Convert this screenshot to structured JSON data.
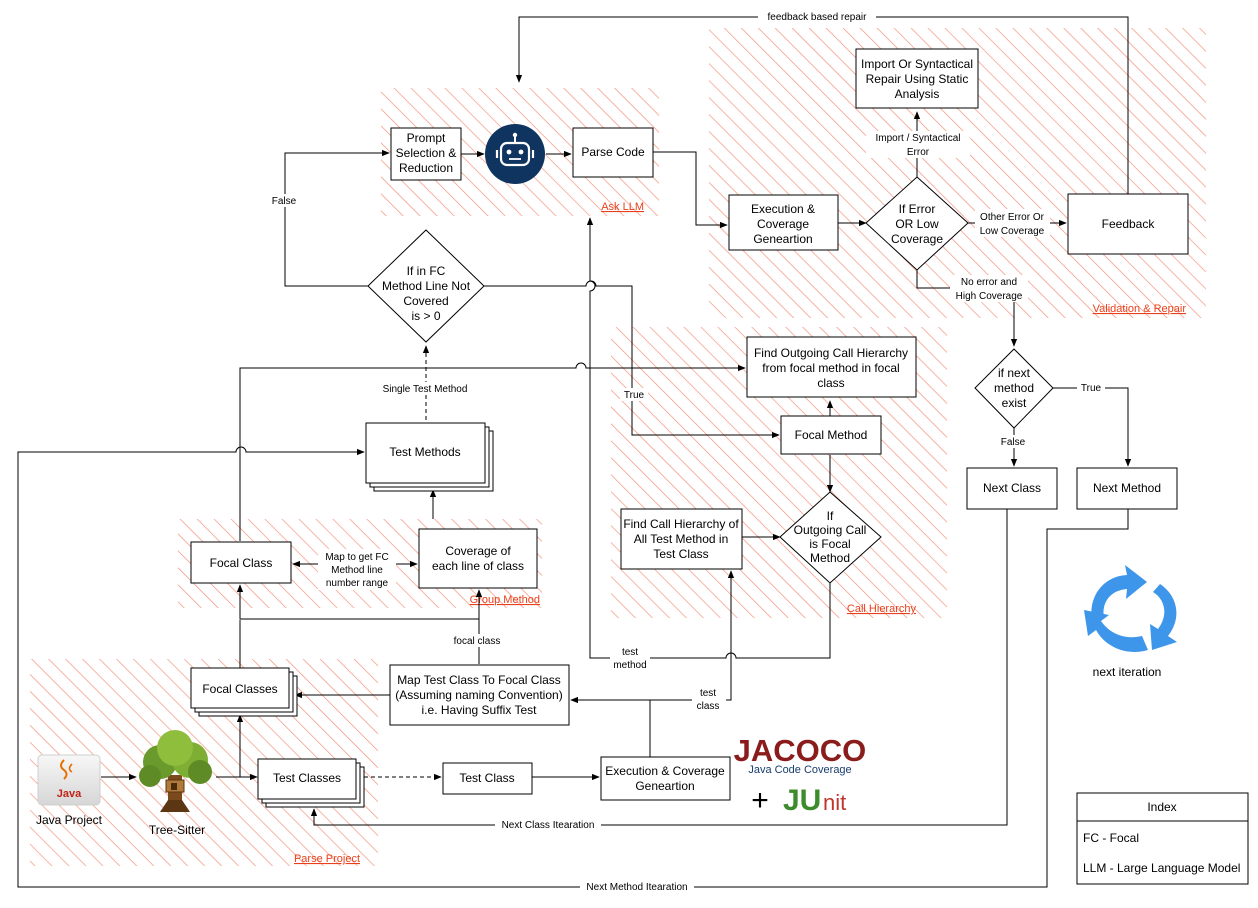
{
  "regions": {
    "ask_llm": "Ask LLM",
    "validation_repair": "Validation & Repair",
    "group_method": "Group Method",
    "call_hierarchy": "Call Hierarchy",
    "parse_project": "Parse Project"
  },
  "nodes": {
    "prompt_selection": [
      "Prompt",
      "Selection &",
      "Reduction"
    ],
    "parse_code": "Parse Code",
    "exec_cov_top": [
      "Execution &",
      "Coverage",
      "Geneartion"
    ],
    "error_check": [
      "If Error",
      "OR Low",
      "Coverage"
    ],
    "static_repair": [
      "Import Or Syntactical",
      "Repair Using Static",
      "Analysis"
    ],
    "feedback": "Feedback",
    "fc_decision": [
      "If in FC",
      "Method Line Not",
      "Covered",
      "is > 0"
    ],
    "next_method_check": [
      "if next",
      "method",
      "exist"
    ],
    "next_class": "Next Class",
    "next_method": "Next Method",
    "find_outgoing": [
      "Find Outgoing Call Hierarchy",
      "from focal method in focal",
      "class"
    ],
    "focal_method": "Focal Method",
    "test_methods": "Test Methods",
    "find_call_hierarchy": [
      "Find Call Hierarchy of",
      "All Test Method in",
      "Test Class"
    ],
    "outgoing_check": [
      "If",
      "Outgoing Call",
      "is Focal",
      "Method"
    ],
    "focal_class": "Focal Class",
    "coverage_each_line": [
      "Coverage of",
      "each line of class"
    ],
    "focal_classes": "Focal Classes",
    "map_test_class": [
      "Map Test Class To Focal Class",
      "(Assuming naming Convention)",
      "i.e. Having Suffix Test"
    ],
    "test_classes": "Test Classes",
    "test_class": "Test Class",
    "exec_cov_bottom": [
      "Execution & Coverage",
      "Geneartion"
    ],
    "java_project": "Java Project",
    "java_icon": "Java",
    "tree_sitter": "Tree-Sitter",
    "next_iteration": "next iteration"
  },
  "edge_labels": {
    "feedback_repair": "feedback based repair",
    "import_error": [
      "Import  / Syntactical",
      "Error"
    ],
    "other_error": [
      "Other Error Or",
      "Low Coverage"
    ],
    "no_error": [
      "No error and",
      "High Coverage"
    ],
    "false_fc": "False",
    "true_fc": "True",
    "single_test_method": "Single Test Method",
    "map_to_get": [
      "Map to get FC",
      "Method line",
      "number range"
    ],
    "focal_class_edge": "focal class",
    "test_method_edge": [
      "test",
      "method"
    ],
    "test_class_edge": [
      "test",
      "class"
    ],
    "true_next": "True",
    "false_next": "False",
    "next_class_iter": "Next Class Itearation",
    "next_method_iter": "Next Method Itearation"
  },
  "logos": {
    "jacoco_title": "JACOCO",
    "jacoco_sub": "Java Code Coverage",
    "plus": "+",
    "junit_j": "JU",
    "junit_rest": "nit"
  },
  "index": {
    "title": "Index",
    "fc": "FC - Focal",
    "llm": "LLM - Large Language Model"
  },
  "colors": {
    "hatch": "#f4937d",
    "region_label": "#e8401c",
    "robot_bg": "#0f3460",
    "recycle": "#3d96ea",
    "jacoco": "#8a1c1c",
    "junit_green": "#3d8c2c",
    "junit_red": "#c0352b"
  }
}
